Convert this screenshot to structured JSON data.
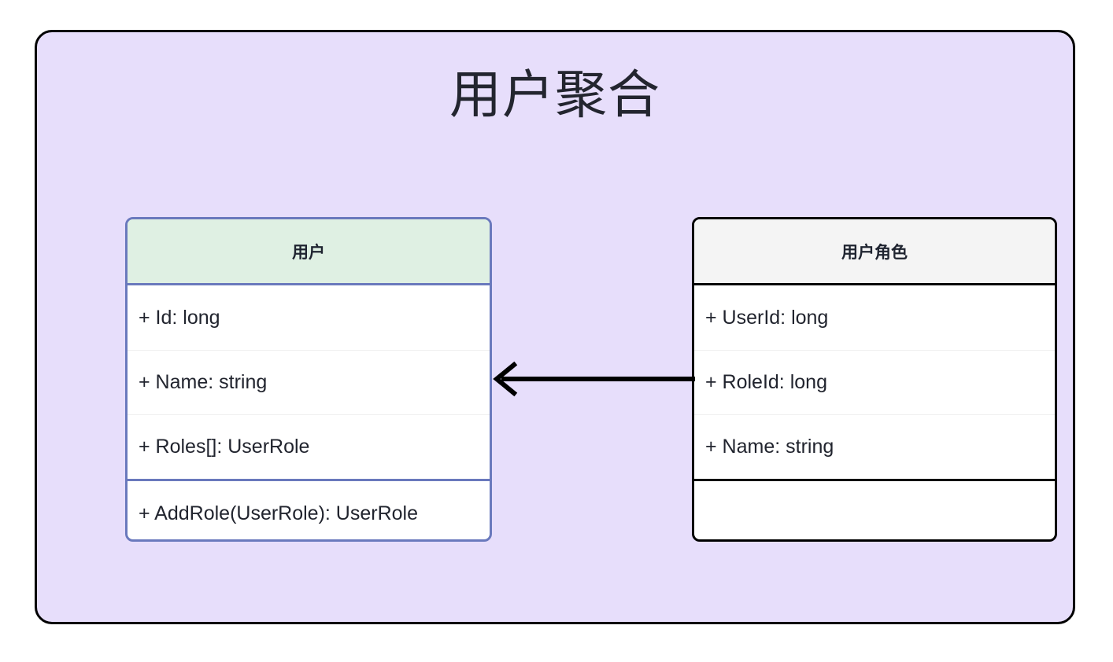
{
  "diagram": {
    "title": "用户聚合",
    "frame_background": "#e7defb",
    "frame_border_color": "#000000",
    "title_color": "#23252f"
  },
  "classes": [
    {
      "id": "user",
      "name": "用户",
      "header_background": "#dff0e3",
      "border_color": "#6a79bd",
      "attributes": [
        "+ Id: long",
        "+ Name: string",
        "+ Roles[]: UserRole"
      ],
      "methods": [
        "+ AddRole(UserRole): UserRole"
      ]
    },
    {
      "id": "user-role",
      "name": "用户角色",
      "header_background": "#f4f4f4",
      "border_color": "#000000",
      "attributes": [
        "+ UserId: long",
        "+ RoleId: long",
        "+ Name: string"
      ],
      "methods": [
        ""
      ]
    }
  ],
  "relationship": {
    "type": "association",
    "from": "用户角色",
    "to": "用户",
    "label": "",
    "arrow_color": "#000000",
    "direction": "left"
  }
}
